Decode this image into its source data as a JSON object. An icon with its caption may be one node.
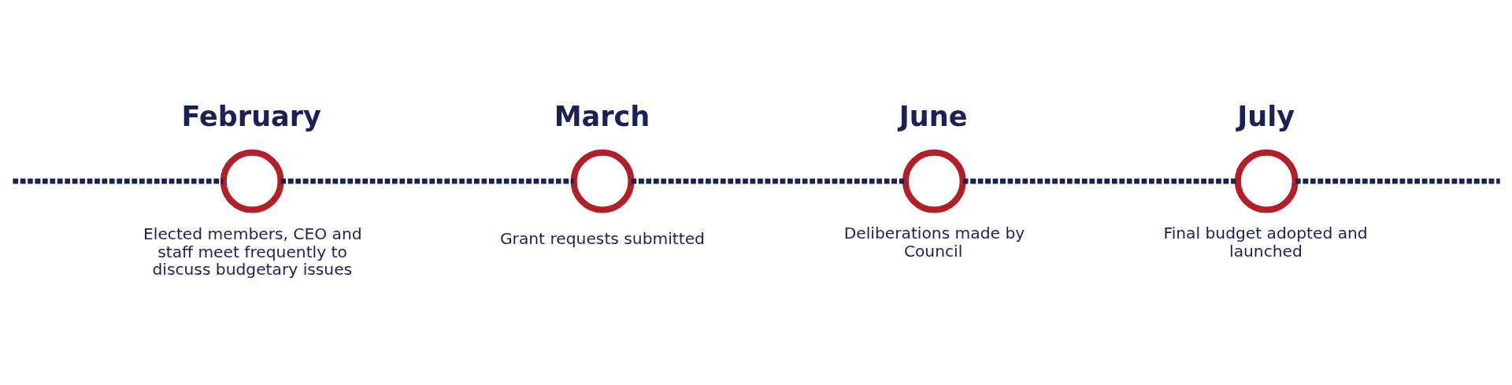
{
  "diagram": {
    "nodes": [
      {
        "text": [],
        "shape": "circle",
        "beside": [
          "February",
          "Elected members, CEO and staff meet frequently to discuss budgetary issues"
        ]
      },
      {
        "text": [],
        "shape": "circle",
        "beside": [
          "March",
          "Grant requests submitted"
        ]
      },
      {
        "text": [],
        "shape": "circle",
        "beside": [
          "June",
          "Deliberations made by Council"
        ]
      },
      {
        "text": [],
        "shape": "circle",
        "beside": [
          "July",
          "Final budget adopted and launched"
        ]
      }
    ],
    "edges": [
      {
        "from": null,
        "to": 0,
        "arrow": "none",
        "style": "dashed"
      },
      {
        "from": 0,
        "to": 1,
        "arrow": "none",
        "style": "dashed"
      },
      {
        "from": 1,
        "to": 2,
        "arrow": "none",
        "style": "dashed"
      },
      {
        "from": 2,
        "to": 3,
        "arrow": "none",
        "style": "dashed"
      },
      {
        "from": 3,
        "to": null,
        "arrow": "none",
        "style": "dashed"
      }
    ]
  }
}
